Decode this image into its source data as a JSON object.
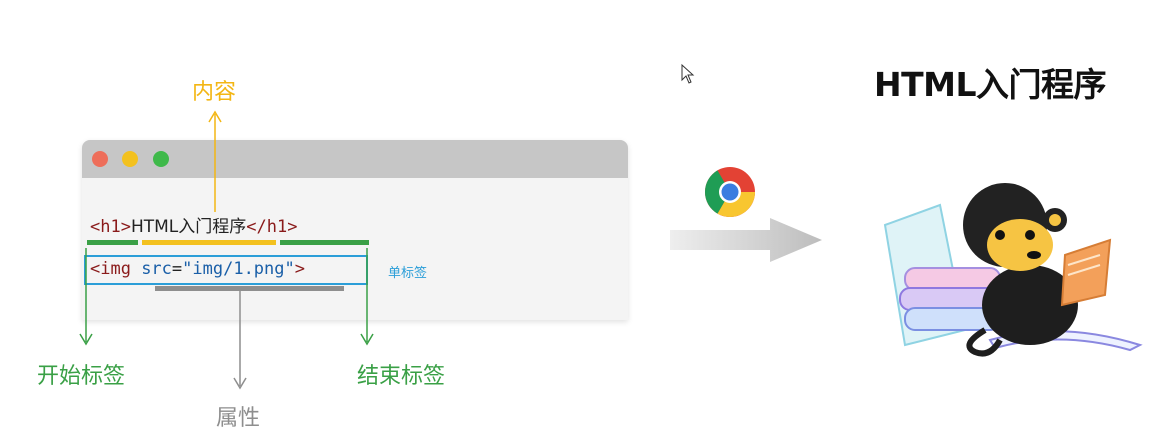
{
  "code": {
    "h1_open": "<h1>",
    "h1_text": "HTML入门程序",
    "h1_close": "</h1>",
    "img_open": "<img ",
    "img_attr": "src",
    "img_eq": "=",
    "img_value": "\"img/1.png\"",
    "img_close": ">"
  },
  "labels": {
    "content": "内容",
    "start_tag": "开始标签",
    "end_tag": "结束标签",
    "attribute": "属性",
    "single_tag": "单标签"
  },
  "result": {
    "title": "HTML入门程序"
  },
  "colors": {
    "start_tag": "#3aa046",
    "content": "#f3b614",
    "end_tag": "#3aa046",
    "attribute": "#8e8e8e",
    "single_tag": "#2b9ed8"
  },
  "icons": {
    "browser": "chrome-icon",
    "cursor": "mouse-cursor-icon",
    "mascot": "monkey-reading-book-illustration"
  }
}
